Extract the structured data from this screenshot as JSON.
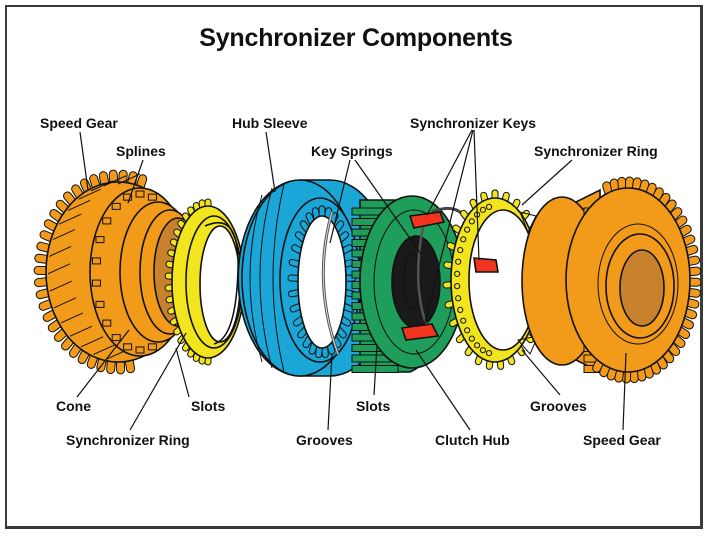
{
  "title": "Synchronizer Components",
  "colors": {
    "speed_gear": "#F29A1A",
    "speed_gear_dark": "#C97A1E",
    "speed_gear_bore": "#C8822E",
    "synchronizer_ring": "#F2E51E",
    "hub_sleeve": "#1BA6D8",
    "clutch_hub": "#1E9E5A",
    "synchronizer_key": "#F0341E",
    "outline": "#111111",
    "frame": "#3A3A3A"
  },
  "labels": {
    "speed_gear_left": "Speed Gear",
    "splines": "Splines",
    "hub_sleeve": "Hub Sleeve",
    "key_springs": "Key Springs",
    "synchronizer_keys": "Synchronizer Keys",
    "synchronizer_ring_right": "Synchronizer Ring",
    "cone": "Cone",
    "slots_left": "Slots",
    "synchronizer_ring_left": "Synchronizer Ring",
    "grooves_sleeve": "Grooves",
    "slots_hub": "Slots",
    "clutch_hub": "Clutch Hub",
    "grooves_ring": "Grooves",
    "speed_gear_right": "Speed Gear"
  }
}
